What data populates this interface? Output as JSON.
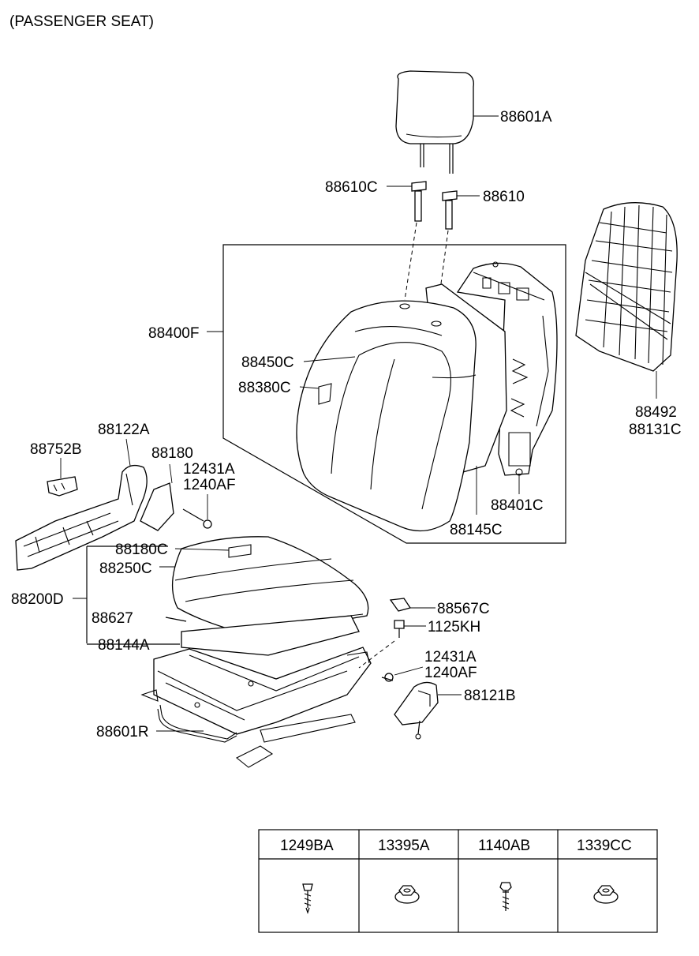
{
  "title": "(PASSENGER SEAT)",
  "labels": {
    "l_88601A": "88601A",
    "l_88610C": "88610C",
    "l_88610": "88610",
    "l_88400F": "88400F",
    "l_88450C": "88450C",
    "l_88380C": "88380C",
    "l_88492": "88492",
    "l_88131C": "88131C",
    "l_88401C": "88401C",
    "l_88145C": "88145C",
    "l_88122A": "88122A",
    "l_88752B": "88752B",
    "l_88180": "88180",
    "l_12431A_top": "12431A",
    "l_1240AF_top": "1240AF",
    "l_88180C": "88180C",
    "l_88250C": "88250C",
    "l_88200D": "88200D",
    "l_88627": "88627",
    "l_88144A": "88144A",
    "l_88567C": "88567C",
    "l_1125KH": "1125KH",
    "l_12431A_bot": "12431A",
    "l_1240AF_bot": "1240AF",
    "l_88121B": "88121B",
    "l_88601R": "88601R"
  },
  "fastener_table": {
    "headers": [
      "1249BA",
      "13395A",
      "1140AB",
      "1339CC"
    ],
    "icons": [
      "screw-icon",
      "flange-nut-icon",
      "bolt-icon",
      "flange-nut-icon"
    ]
  }
}
